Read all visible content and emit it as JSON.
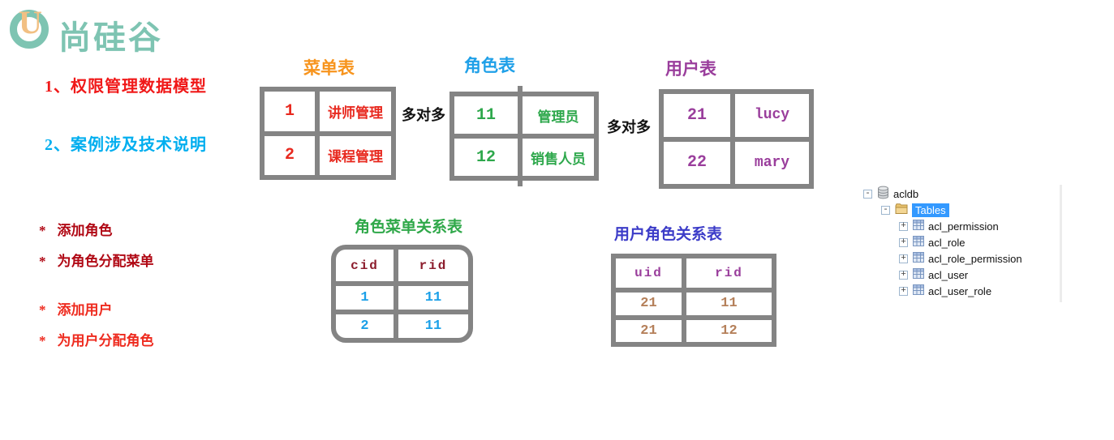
{
  "logo": {
    "u": "U",
    "brand": "尚硅谷",
    "brand_color": "#7ec4b2",
    "u_color": "#f2c083"
  },
  "headings": [
    {
      "text": "1、权限管理数据模型",
      "color": "#f01818"
    },
    {
      "text": "2、案例涉及技术说明",
      "color": "#00aeef"
    }
  ],
  "bullet_marker": "*",
  "bullets": [
    {
      "text": "添加角色",
      "color": "#b00814"
    },
    {
      "text": "为角色分配菜单",
      "color": "#b00814"
    },
    {
      "text": "添加用户",
      "color": "#ee2a1e"
    },
    {
      "text": "为用户分配角色",
      "color": "#ee2a1e"
    }
  ],
  "diagram": {
    "border_color": "#848484",
    "menu_table": {
      "title": "菜单表",
      "title_color": "#f7941d",
      "text_color": "#e8291f",
      "rows": [
        [
          "1",
          "讲师管理"
        ],
        [
          "2",
          "课程管理"
        ]
      ]
    },
    "role_table": {
      "title": "角色表",
      "title_color": "#1fa0e8",
      "text_color": "#2ea84c",
      "rows": [
        [
          "11",
          "管理员"
        ],
        [
          "12",
          "销售人员"
        ]
      ]
    },
    "user_table": {
      "title": "用户表",
      "title_color": "#9a3e9c",
      "text_color": "#9a3e9c",
      "rows": [
        [
          "21",
          "lucy"
        ],
        [
          "22",
          "mary"
        ]
      ]
    },
    "relation1": {
      "title": "角色菜单关系表",
      "title_color": "#2fa849",
      "header_color": "#8c1c2c",
      "value_color": "#1ba0e8",
      "headers": [
        "cid",
        "rid"
      ],
      "rows": [
        [
          "1",
          "11"
        ],
        [
          "2",
          "11"
        ]
      ]
    },
    "relation2": {
      "title": "用户角色关系表",
      "title_color": "#3c3cc8",
      "header_color": "#9a3e9c",
      "value_color": "#b5805a",
      "headers": [
        "uid",
        "rid"
      ],
      "rows": [
        [
          "21",
          "11"
        ],
        [
          "21",
          "12"
        ]
      ]
    },
    "connector1": "多对多",
    "connector2": "多对多"
  },
  "tree": {
    "db": "acldb",
    "folder": "Tables",
    "selection_color": "#3399ff",
    "collapse_sign": "-",
    "expand_sign": "+",
    "tables": [
      "acl_permission",
      "acl_role",
      "acl_role_permission",
      "acl_user",
      "acl_user_role"
    ]
  }
}
